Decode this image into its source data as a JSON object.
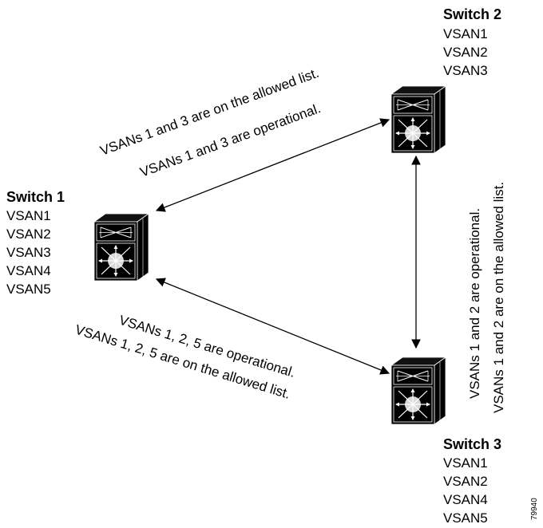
{
  "switches": [
    {
      "title": "Switch 1",
      "vsans": [
        "VSAN1",
        "VSAN2",
        "VSAN3",
        "VSAN4",
        "VSAN5"
      ]
    },
    {
      "title": "Switch 2",
      "vsans": [
        "VSAN1",
        "VSAN2",
        "VSAN3"
      ]
    },
    {
      "title": "Switch 3",
      "vsans": [
        "VSAN1",
        "VSAN2",
        "VSAN4",
        "VSAN5"
      ]
    }
  ],
  "links": {
    "s1_s2": {
      "allowed": "VSANs 1 and 3 are on the allowed list.",
      "operational": "VSANs 1 and 3 are operational."
    },
    "s1_s3": {
      "operational": "VSANs 1, 2, 5 are operational.",
      "allowed": "VSANs 1, 2, 5 are on the allowed list."
    },
    "s2_s3": {
      "operational": "VSANs 1 and 2 are operational.",
      "allowed": "VSANs 1 and 2 are on the allowed list."
    }
  },
  "figure_id": "79940",
  "colors": {
    "line": "#000000",
    "device_body": "#000000",
    "device_detail": "#ffffff",
    "device_center": "#d8d8d8"
  }
}
